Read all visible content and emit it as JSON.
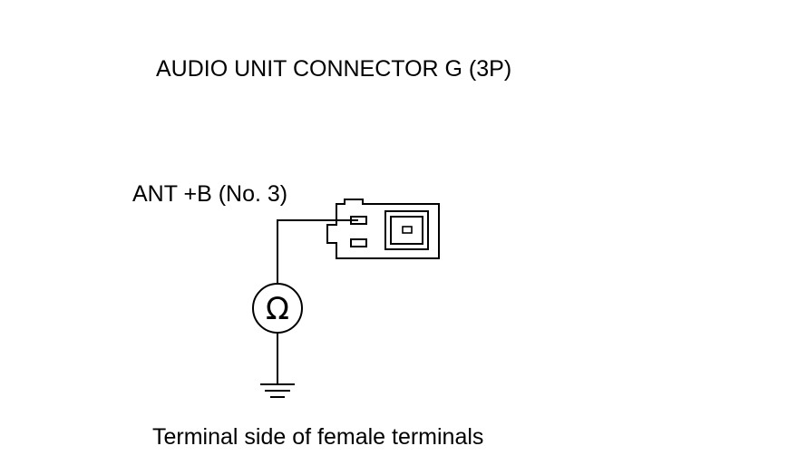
{
  "title": "AUDIO UNIT CONNECTOR G (3P)",
  "pin_label": "ANT +B (No. 3)",
  "meter_symbol": "Ω",
  "caption": "Terminal side of female terminals",
  "icons": {
    "meter": "ohmmeter-icon",
    "ground": "ground-icon",
    "connector": "connector-3p-icon"
  }
}
